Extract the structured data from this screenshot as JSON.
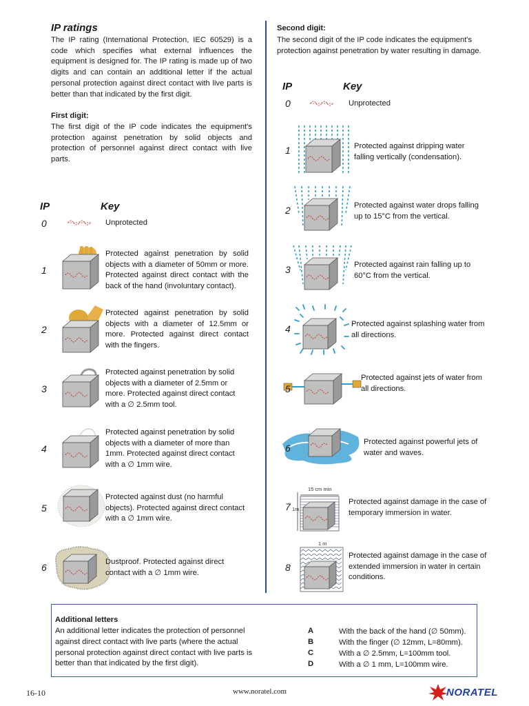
{
  "intro": {
    "title": "IP ratings",
    "text": "The IP rating (International Protection, IEC 60529) is a code which specifies what external influences the equipment is designed for. The IP rating is made up of two digits and can contain an additional letter if the actual personal protection against direct contact with live parts is better than that indicated by the first digit."
  },
  "first_digit": {
    "heading": "First digit:",
    "text": "The first digit of the IP code indicates the equipment's protection against penetration by solid objects and protection of personnel against direct contact with live parts.",
    "col_ip": "IP",
    "col_key": "Key",
    "rows": [
      {
        "num": "0",
        "desc": "Unprotected"
      },
      {
        "num": "1",
        "desc": "Protected against penetration by solid objects with a diameter of 50mm or more. Protected against direct contact with the back of the hand (involuntary contact)."
      },
      {
        "num": "2",
        "desc": "Protected against penetration by solid objects with a diameter of 12.5mm or more. Protected against direct contact with the fingers."
      },
      {
        "num": "3",
        "desc": "Protected against penetration by solid objects with a diameter of 2.5mm or more. Protected against direct contact with a ∅ 2.5mm tool."
      },
      {
        "num": "4",
        "desc": "Protected against penetration by solid objects with a diameter of more than 1mm. Protected against direct contact with a ∅ 1mm wire."
      },
      {
        "num": "5",
        "desc": "Protected against dust (no harmful objects). Protected against direct contact with a ∅ 1mm wire."
      },
      {
        "num": "6",
        "desc": "Dustproof. Protected against direct contact with a ∅ 1mm wire."
      }
    ]
  },
  "second_digit": {
    "heading": "Second digit:",
    "text": "The second digit of the IP code indicates the equipment's protection against penetration by water resulting in damage.",
    "col_ip": "IP",
    "col_key": "Key",
    "rows": [
      {
        "num": "0",
        "desc": "Unprotected"
      },
      {
        "num": "1",
        "desc": "Protected against dripping water falling vertically (condensation)."
      },
      {
        "num": "2",
        "desc": "Protected against water drops falling up to 15°C from the vertical."
      },
      {
        "num": "3",
        "desc": "Protected against rain falling up to 60°C from the vertical."
      },
      {
        "num": "4",
        "desc": "Protected against splashing water from all directions."
      },
      {
        "num": "5",
        "desc": "Protected against jets of water from all directions."
      },
      {
        "num": "6",
        "desc": "Protected against powerful jets of water and waves."
      },
      {
        "num": "7",
        "desc": "Protected against damage in the case of temporary immersion in water."
      },
      {
        "num": "8",
        "desc": "Protected against damage in the case of extended immersion in water in certain conditions."
      }
    ],
    "labels": {
      "depth_7": "15 cm min",
      "depth_7_side": "1m",
      "depth_8": "1 m"
    }
  },
  "additional": {
    "heading": "Additional letters",
    "text": "An additional letter indicates the protection of personnel against direct contact with live parts (where the actual personal protection against direct contact with live parts is better than that indicated by the first digit).",
    "items": [
      {
        "letter": "A",
        "desc": "With the back of the hand (∅ 50mm)."
      },
      {
        "letter": "B",
        "desc": "With the finger (∅ 12mm, L=80mm)."
      },
      {
        "letter": "C",
        "desc": "With a ∅ 2.5mm, L=100mm tool."
      },
      {
        "letter": "D",
        "desc": "With a ∅ 1 mm, L=100mm wire."
      }
    ]
  },
  "footer": {
    "page": "16-10",
    "url": "www.noratel.com",
    "brand": "NORATEL",
    "brand_color": "#1f3f9a",
    "accent_color": "#d4201a"
  }
}
